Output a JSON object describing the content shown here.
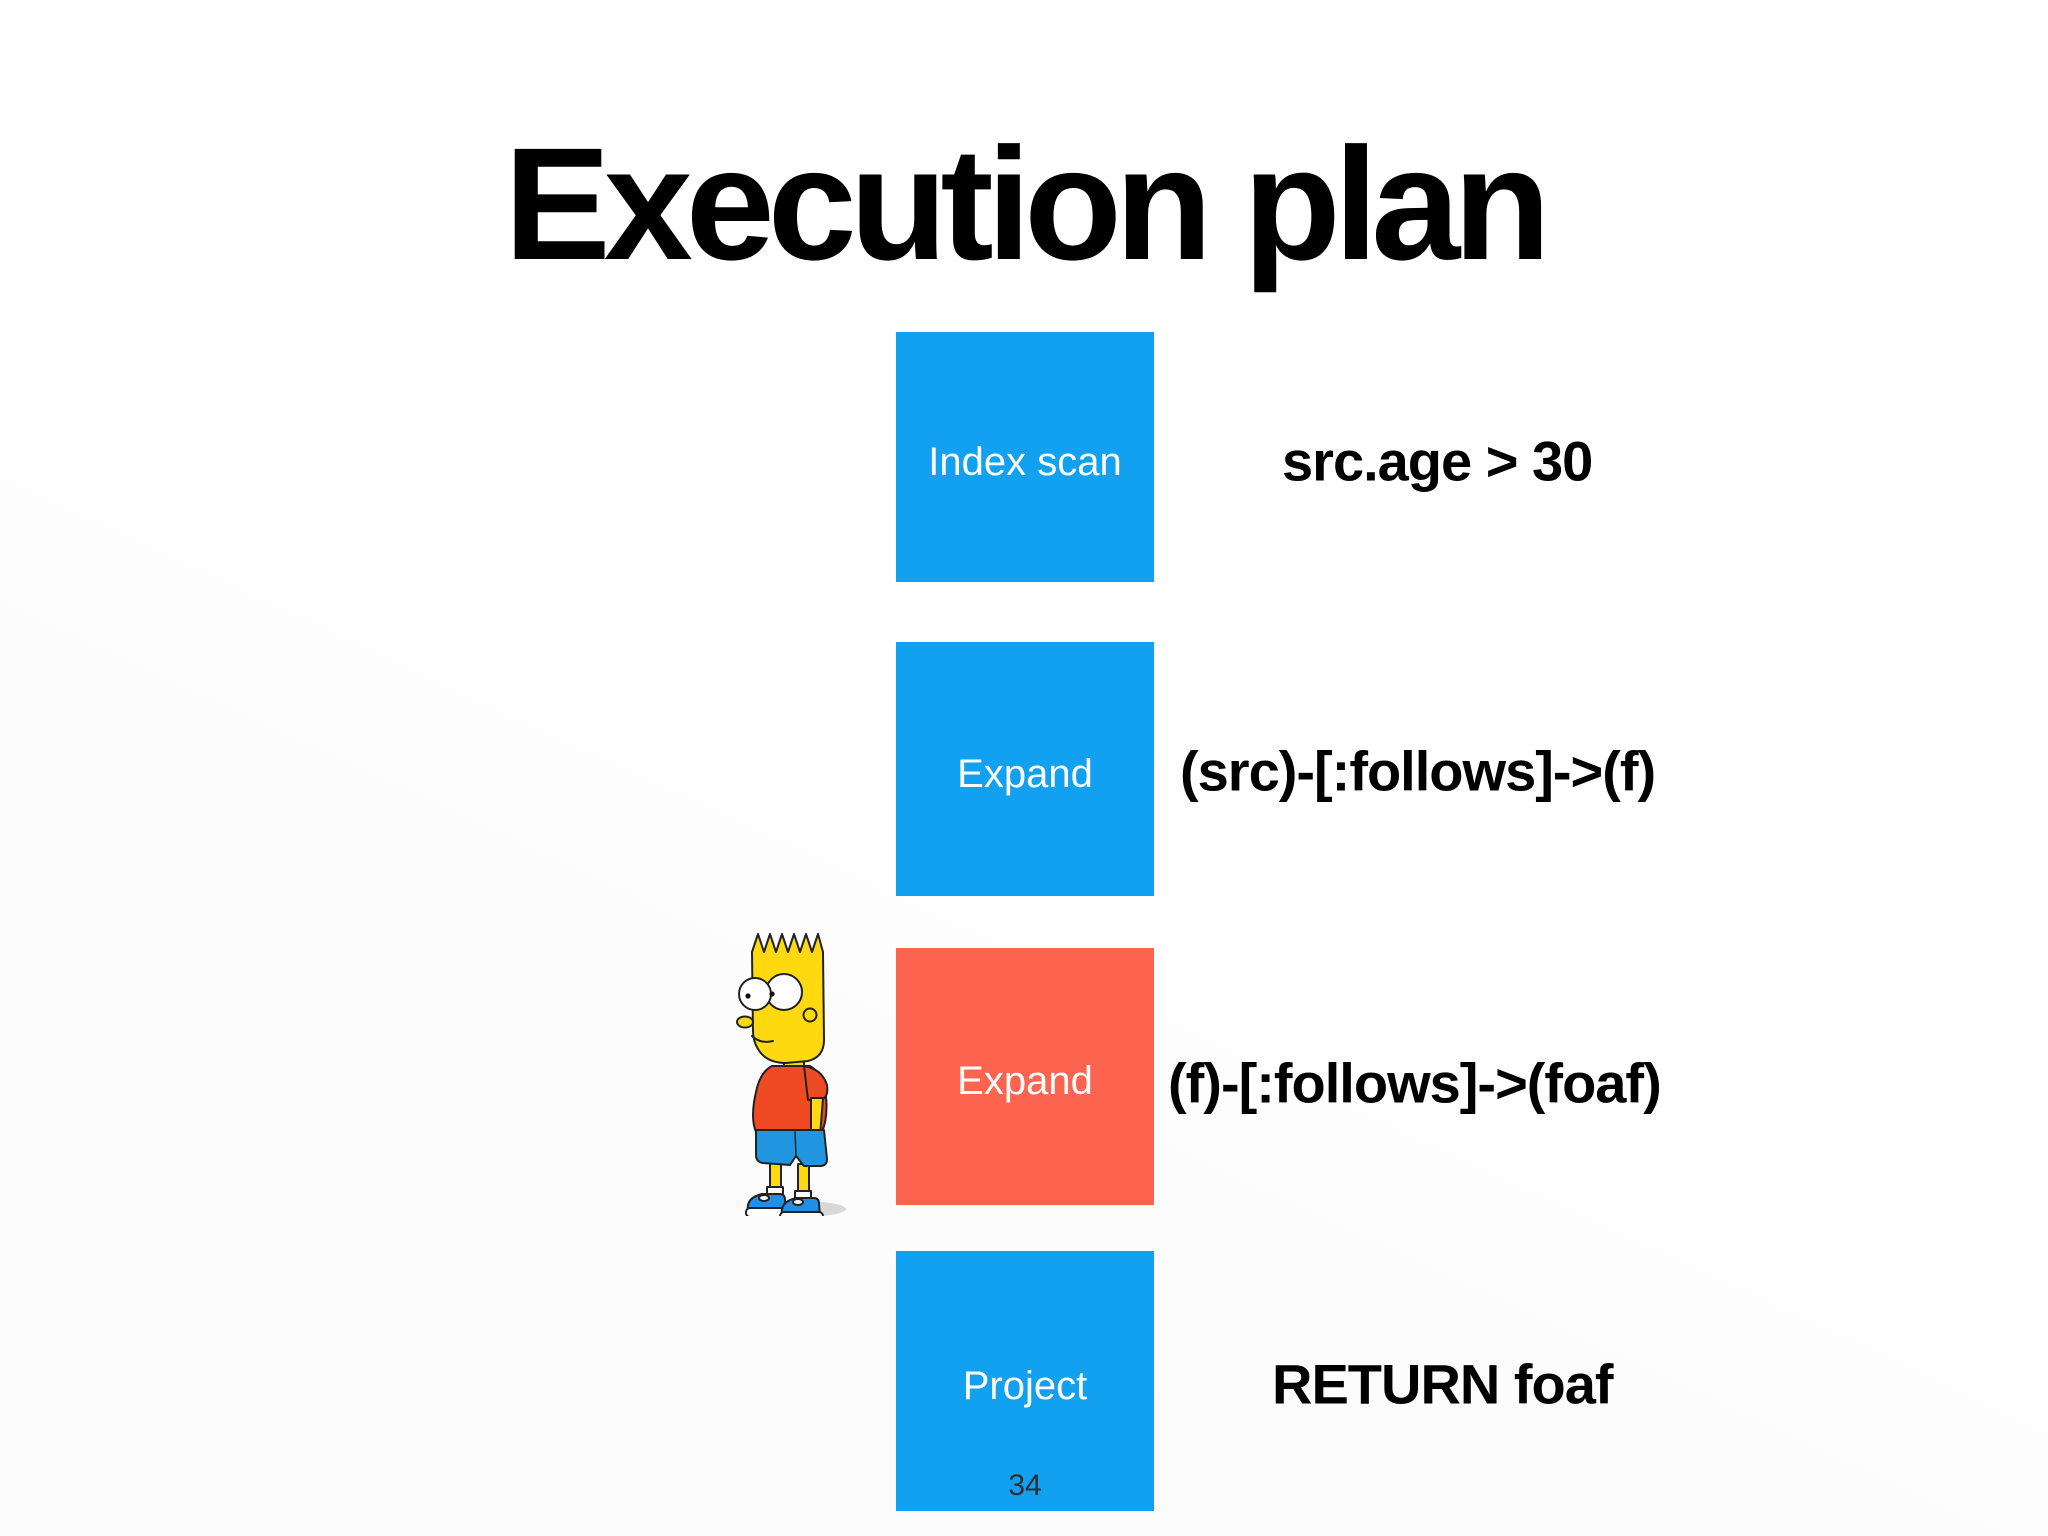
{
  "slide": {
    "title": "Execution plan",
    "page_number": "34"
  },
  "colors": {
    "box_blue": "#12a0f0",
    "box_red": "#fc6450",
    "box_label_text": "#ffffff",
    "annotation_text": "#000000",
    "title_text": "#000000",
    "page_number_text": "#2e2e2e"
  },
  "plan": {
    "steps": [
      {
        "label": "Index scan",
        "annotation": "src.age > 30",
        "color": "#12a0f0"
      },
      {
        "label": "Expand",
        "annotation": "(src)-[:follows]->(f)",
        "color": "#12a0f0"
      },
      {
        "label": "Expand",
        "annotation": "(f)-[:follows]->(foaf)",
        "color": "#fc6450"
      },
      {
        "label": "Project",
        "annotation": "RETURN foaf",
        "color": "#12a0f0"
      }
    ]
  },
  "illustration": {
    "icon": "bart-simpson-icon"
  }
}
